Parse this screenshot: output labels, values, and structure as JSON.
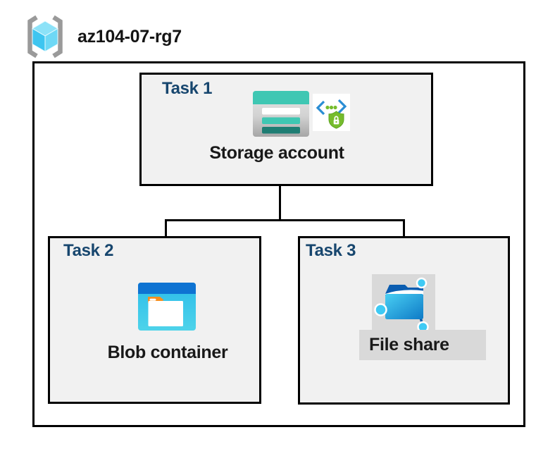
{
  "diagram": {
    "resource_group": {
      "name": "az104-07-rg7",
      "icon": "resource-group-icon"
    },
    "tasks": [
      {
        "heading": "Task 1",
        "item": "Storage account",
        "icons": [
          "storage-account-icon",
          "secure-endpoint-icon"
        ]
      },
      {
        "heading": "Task 2",
        "item": "Blob container",
        "icons": [
          "blob-container-icon"
        ]
      },
      {
        "heading": "Task 3",
        "item": "File share",
        "icons": [
          "file-share-icon"
        ]
      }
    ],
    "colors": {
      "task_heading_navy": "#17466e",
      "box_fill": "#f1f1f1",
      "box_border": "#000000",
      "highlight_gray": "#d9d9d9",
      "storage_teal": "#3fc7b3",
      "storage_teal_dark": "#1e7d73",
      "blob_top_blue": "#0e73d2",
      "blob_body_cyan": "#31c3ea",
      "blob_tab_orange": "#f78f1e",
      "security_green": "#76bc2d",
      "security_bracket_blue": "#2a8dd4",
      "fileshare_dark_blue": "#0a5cb0",
      "fileshare_node_cyan": "#3fcaf4",
      "rg_cube_cyan": "#3ec5f0",
      "rg_bracket_gray": "#9a9a9a"
    }
  }
}
